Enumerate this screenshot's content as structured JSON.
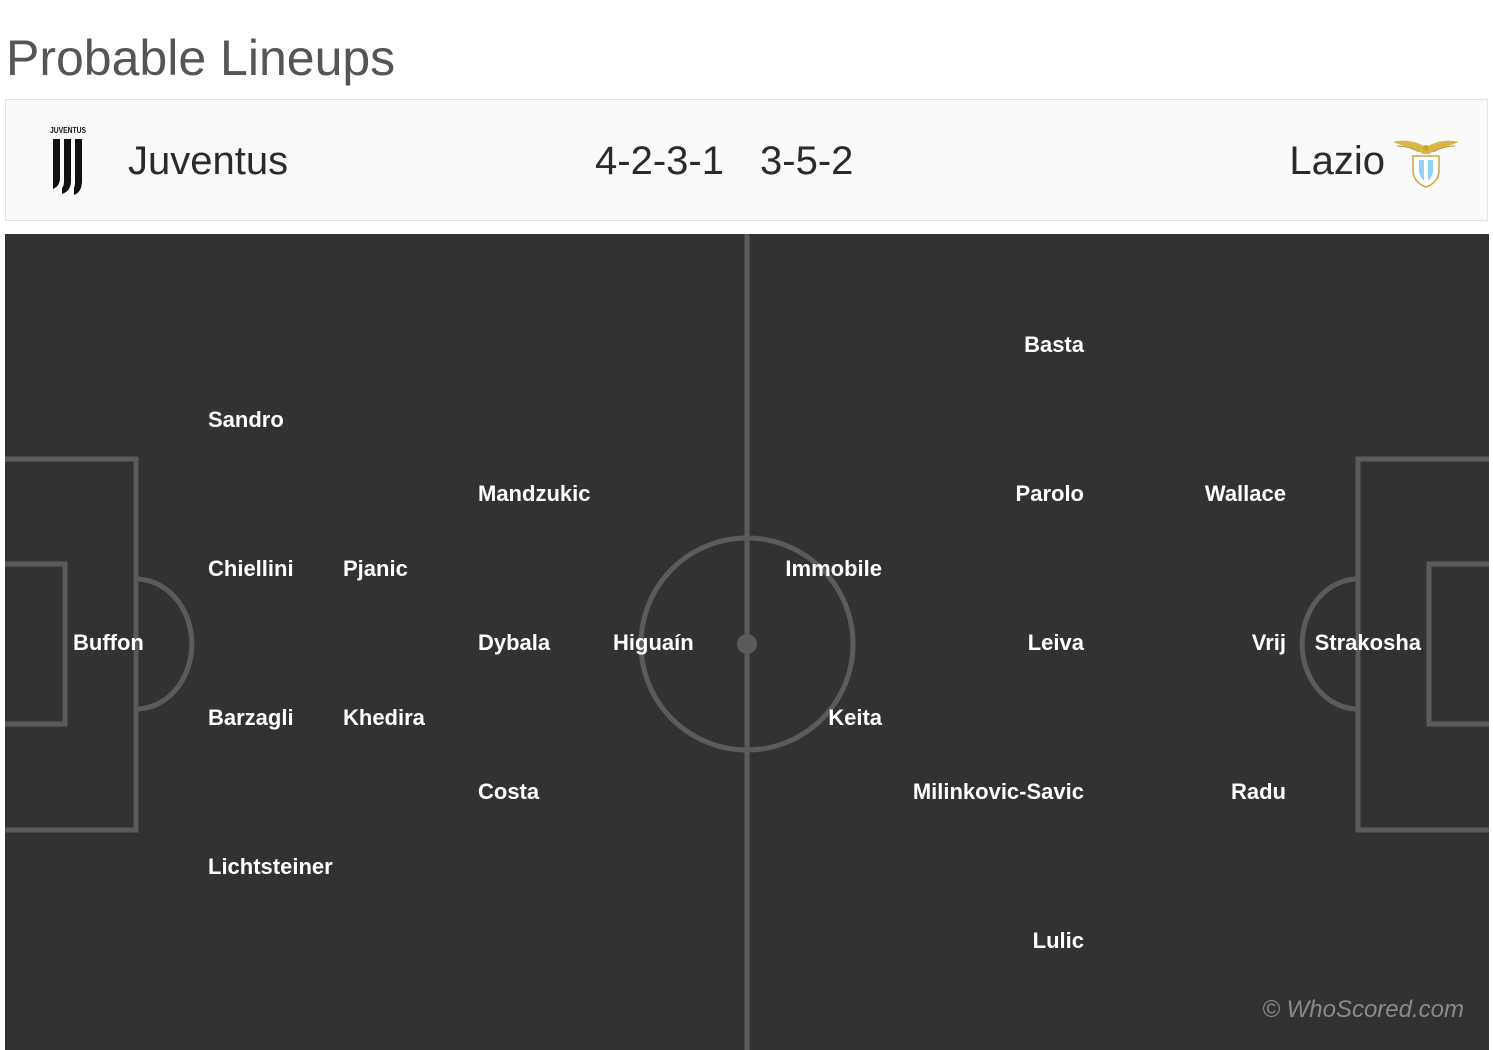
{
  "page": {
    "title": "Probable Lineups"
  },
  "header": {
    "home_team": "Juventus",
    "home_formation": "4-2-3-1",
    "away_formation": "3-5-2",
    "away_team": "Lazio",
    "home_logo_icon": "juventus-crest-icon",
    "home_logo_text": "JUVENTUS",
    "away_logo_icon": "lazio-eagle-crest-icon"
  },
  "colors": {
    "pitch": "#323232",
    "pitch_lines": "#5b5b5b",
    "player_text": "#ffffff",
    "header_bg": "#fafafa",
    "lazio_blue": "#8fd3f5",
    "lazio_gold": "#d8b64a"
  },
  "home": {
    "players": [
      {
        "name": "Buffon"
      },
      {
        "name": "Sandro"
      },
      {
        "name": "Chiellini"
      },
      {
        "name": "Barzagli"
      },
      {
        "name": "Lichtsteiner"
      },
      {
        "name": "Pjanic"
      },
      {
        "name": "Khedira"
      },
      {
        "name": "Mandzukic"
      },
      {
        "name": "Dybala"
      },
      {
        "name": "Costa"
      },
      {
        "name": "Higuaín"
      }
    ]
  },
  "away": {
    "players": [
      {
        "name": "Strakosha"
      },
      {
        "name": "Wallace"
      },
      {
        "name": "Vrij"
      },
      {
        "name": "Radu"
      },
      {
        "name": "Basta"
      },
      {
        "name": "Parolo"
      },
      {
        "name": "Leiva"
      },
      {
        "name": "Milinkovic-Savic"
      },
      {
        "name": "Lulic"
      },
      {
        "name": "Immobile"
      },
      {
        "name": "Keita"
      }
    ]
  },
  "watermark": "© WhoScored.com"
}
